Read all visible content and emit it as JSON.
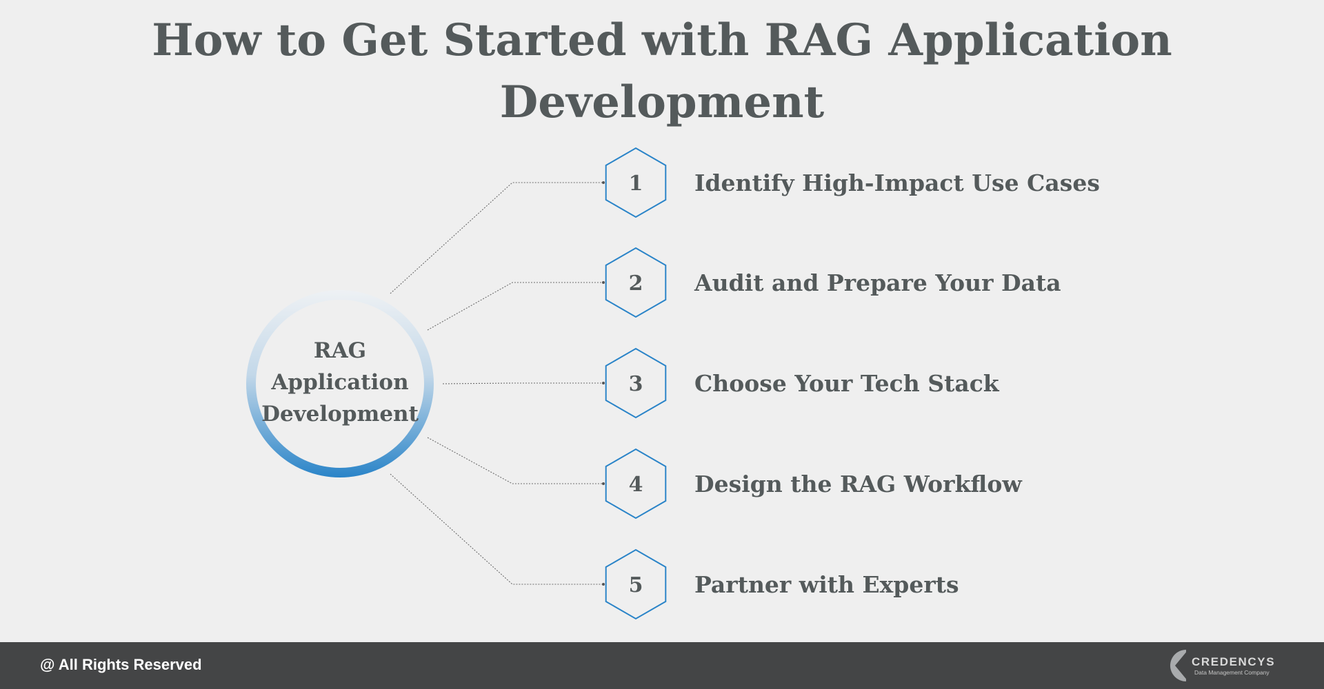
{
  "title": "How to Get Started with RAG Application Development",
  "center": {
    "lines": [
      "RAG",
      "Application",
      "Development"
    ]
  },
  "steps": [
    {
      "number": "1",
      "label": "Identify High-Impact Use Cases"
    },
    {
      "number": "2",
      "label": "Audit and Prepare Your Data"
    },
    {
      "number": "3",
      "label": "Choose Your Tech Stack"
    },
    {
      "number": "4",
      "label": "Design the RAG Workflow"
    },
    {
      "number": "5",
      "label": "Partner with Experts"
    }
  ],
  "colors": {
    "accent_blue": "#2a84c8",
    "text_gray": "#545a5b",
    "background": "#efefef",
    "footer_bg": "#444546"
  },
  "footer": {
    "rights": "@ All Rights Reserved",
    "logo_name": "CREDENCYS",
    "logo_tagline": "Data Management Company"
  }
}
